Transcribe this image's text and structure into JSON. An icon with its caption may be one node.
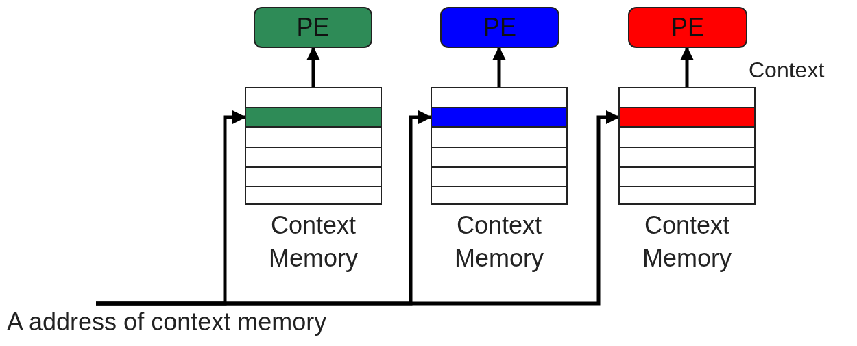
{
  "diagram": {
    "nodes": [
      {
        "text": [
          "PE"
        ]
      },
      {
        "text": [
          "PE"
        ]
      },
      {
        "text": [
          "PE"
        ]
      },
      {
        "text": [
          "Context Memory"
        ]
      },
      {
        "text": [],
        "shape": "bar",
        "in": 3
      },
      {
        "text": [
          "Context Memory"
        ]
      },
      {
        "text": [],
        "shape": "bar",
        "in": 5
      },
      {
        "text": [
          "Context Memory"
        ]
      },
      {
        "text": [],
        "shape": "bar",
        "in": 7
      },
      {
        "text": [
          "A address of context memory"
        ]
      }
    ],
    "edges": [
      {
        "from": 3,
        "to": 0,
        "arrow": "to"
      },
      {
        "from": 5,
        "to": 1,
        "arrow": "to"
      },
      {
        "from": 7,
        "to": 2,
        "arrow": "to"
      },
      {
        "from": 9,
        "to": 4,
        "arrow": "to"
      },
      {
        "from": 9,
        "to": 6,
        "arrow": "to"
      },
      {
        "from": 9,
        "to": 8,
        "arrow": "to"
      }
    ],
    "labels": [
      "Context"
    ]
  }
}
